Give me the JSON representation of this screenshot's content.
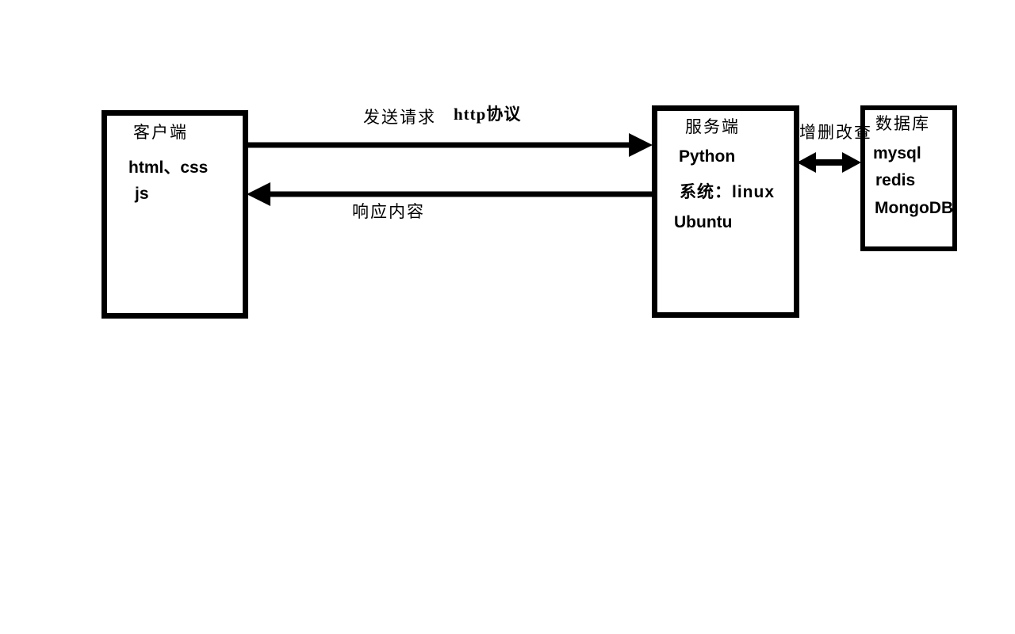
{
  "client": {
    "title": "客户端",
    "line1": "html、css",
    "line2": "js"
  },
  "server": {
    "title": "服务端",
    "line1": "Python",
    "line2": "系统：linux",
    "line3": "Ubuntu"
  },
  "database": {
    "title": "数据库",
    "line1": "mysql",
    "line2": "redis",
    "line3": "MongoDB"
  },
  "labels": {
    "request": "发送请求",
    "protocol": "http协议",
    "response": "响应内容",
    "crud": "增删改查"
  },
  "colors": {
    "ink": "#000000",
    "background": "#ffffff"
  }
}
